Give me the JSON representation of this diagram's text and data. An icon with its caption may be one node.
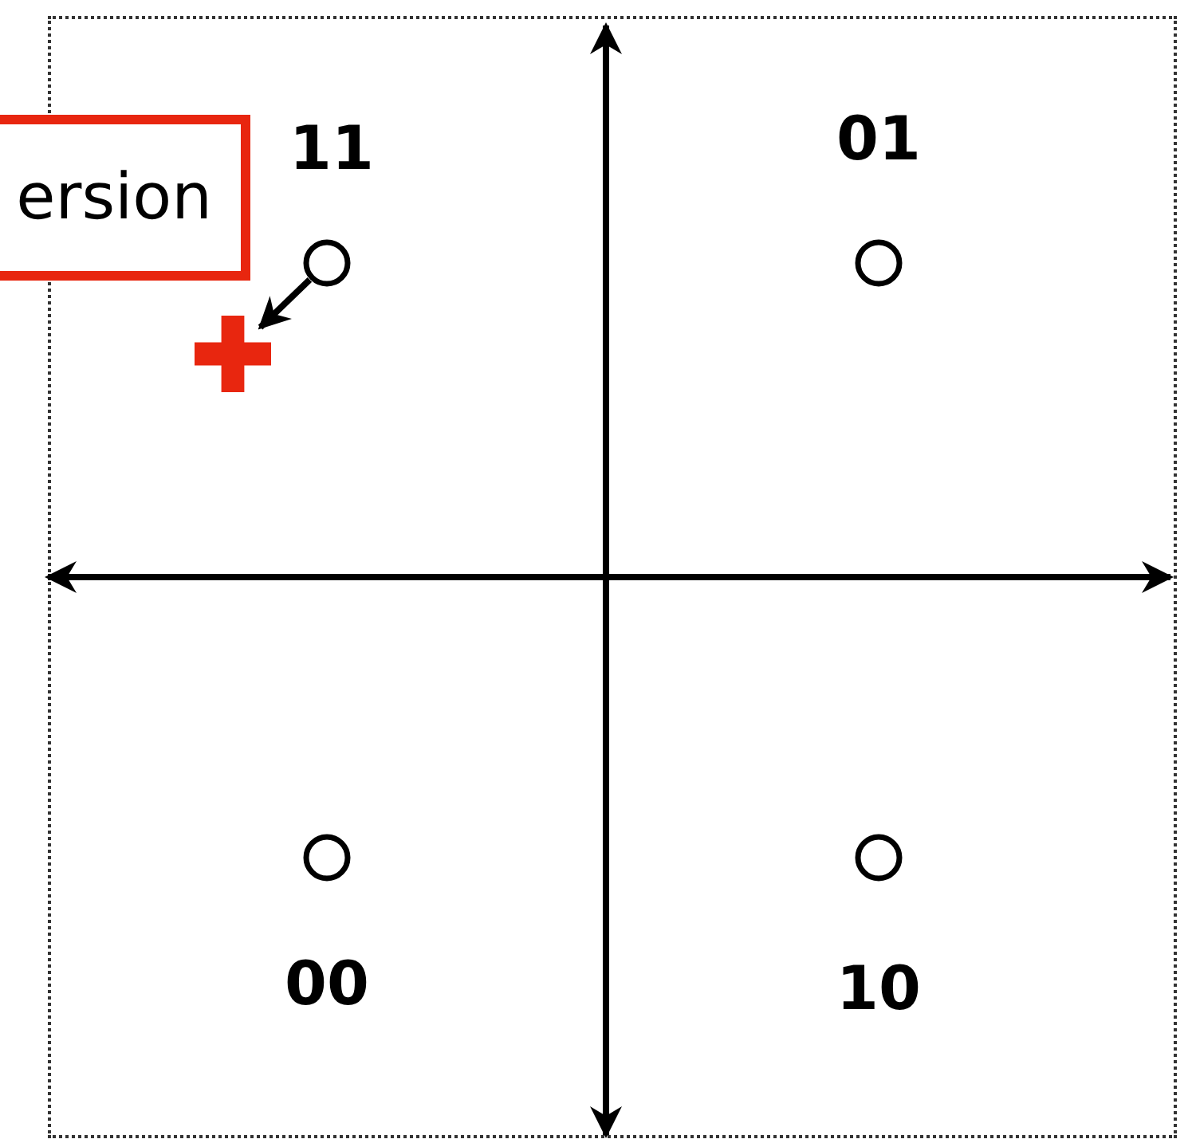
{
  "diagram": {
    "nodes": [
      {
        "text": [
          "ersion"
        ]
      },
      {
        "text": [],
        "shape": "circle",
        "beside": [
          "11"
        ]
      },
      {
        "text": [],
        "shape": "circle",
        "beside": [
          "01"
        ]
      },
      {
        "text": [],
        "shape": "cross"
      },
      {
        "text": [],
        "shape": "circle",
        "beside": [
          "00"
        ]
      },
      {
        "text": [],
        "shape": "circle",
        "beside": [
          "10"
        ]
      }
    ],
    "edges": [
      {
        "from": 1,
        "to": 3,
        "arrow": "to"
      }
    ]
  }
}
